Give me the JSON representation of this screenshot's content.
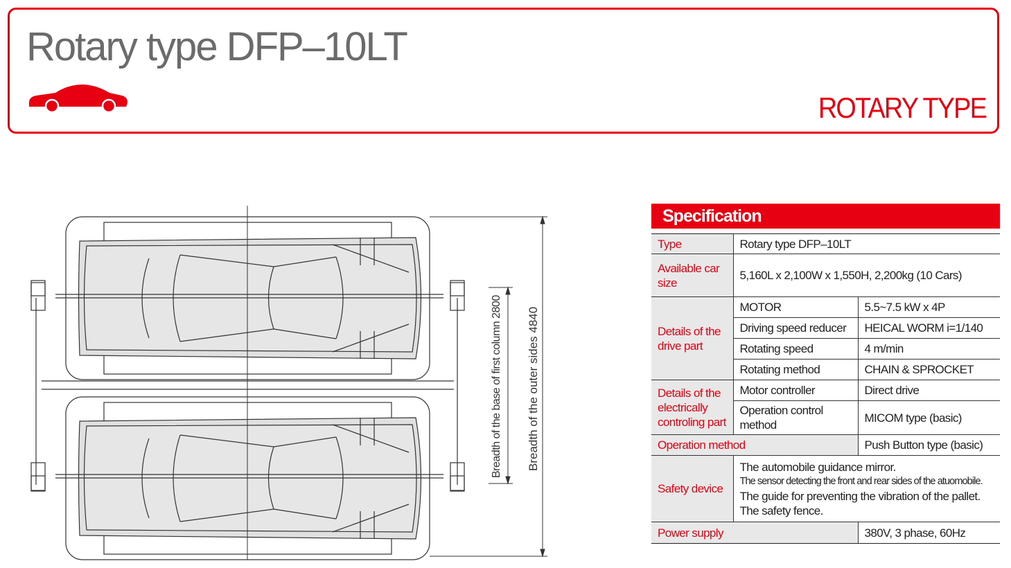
{
  "header": {
    "title": "Rotary type DFP–10LT",
    "category": "ROTARY TYPE",
    "icon": "car-icon",
    "accent_color": "#e60012"
  },
  "drawing": {
    "dim_first_column": "Breadth of the base of first column 2800",
    "dim_outer_sides": "Breadth of the outer sides 4840"
  },
  "spec": {
    "title": "Specification",
    "type": {
      "label": "Type",
      "value": "Rotary type DFP–10LT"
    },
    "car_size": {
      "label": "Available car size",
      "value": "5,160L x 2,100W x 1,550H, 2,200kg (10 Cars)"
    },
    "drive": {
      "label": "Details of the drive part",
      "rows": [
        {
          "name": "MOTOR",
          "value": "5.5~7.5 kW x 4P"
        },
        {
          "name": "Driving speed reducer",
          "value": "HEICAL WORM i=1/140"
        },
        {
          "name": "Rotating speed",
          "value": "4 m/min"
        },
        {
          "name": "Rotating method",
          "value": "CHAIN & SPROCKET"
        }
      ]
    },
    "electric": {
      "label": "Details of the electrically controling part",
      "rows": [
        {
          "name": "Motor controller",
          "value": "Direct drive"
        },
        {
          "name": "Operation control method",
          "value": "MICOM type (basic)"
        }
      ]
    },
    "operation": {
      "label": "Operation method",
      "value": "Push Button type (basic)"
    },
    "safety": {
      "label": "Safety device",
      "lines": [
        "The automobile guidance mirror.",
        "The sensor detecting the front and rear sides of the atuomobile.",
        "The guide for preventing the vibration of the pallet.",
        "The safety fence."
      ]
    },
    "power": {
      "label": "Power supply",
      "value": "380V, 3 phase, 60Hz"
    }
  }
}
